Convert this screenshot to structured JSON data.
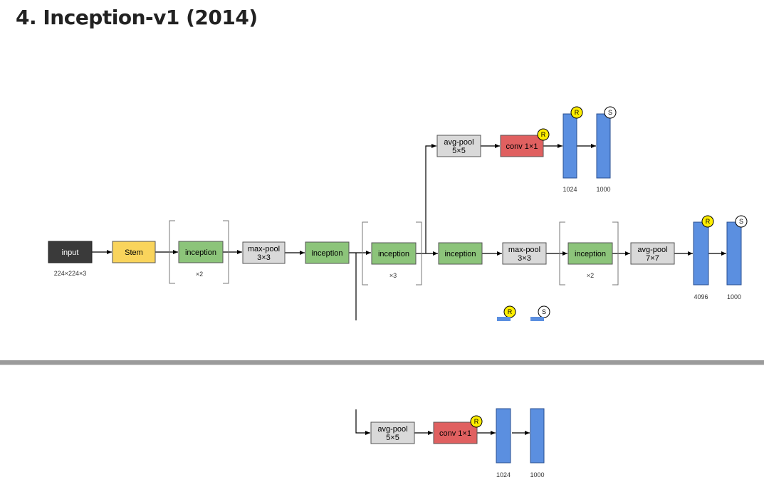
{
  "page": {
    "title": "4. Inception-v1 (2014)"
  },
  "diagram": {
    "nodes": {
      "input": "input",
      "input_size": "224×224×3",
      "stem": "Stem",
      "inception_a": "inception",
      "repeat_a": "×2",
      "maxpool_a_line1": "max-pool",
      "maxpool_a_line2": "3×3",
      "inception_b": "inception",
      "inception_c": "inception",
      "repeat_c": "×3",
      "inception_d": "inception",
      "maxpool_b_line1": "max-pool",
      "maxpool_b_line2": "3×3",
      "inception_e": "inception",
      "repeat_e": "×2",
      "avgpool_main_line1": "avg-pool",
      "avgpool_main_line2": "7×7",
      "fc_main_1": "4096",
      "fc_main_2": "1000",
      "aux1_avgpool_line1": "avg-pool",
      "aux1_avgpool_line2": "5×5",
      "aux1_conv": "conv 1×1",
      "aux1_fc_1": "1024",
      "aux1_fc_2": "1000",
      "aux2_avgpool_line1": "avg-pool",
      "aux2_avgpool_line2": "5×5",
      "aux2_conv": "conv 1×1",
      "aux2_fc_1": "1024",
      "aux2_fc_2": "1000",
      "badge_relu": "R",
      "badge_softmax": "S"
    },
    "colors": {
      "input": "#3a3a3a",
      "stem": "#f9d45c",
      "inception": "#8cc47a",
      "pool": "#d9d9d9",
      "conv": "#e06060",
      "fc": "#5b8fe0",
      "relu_badge": "#ffee00",
      "softmax_badge": "#ffffff"
    }
  }
}
